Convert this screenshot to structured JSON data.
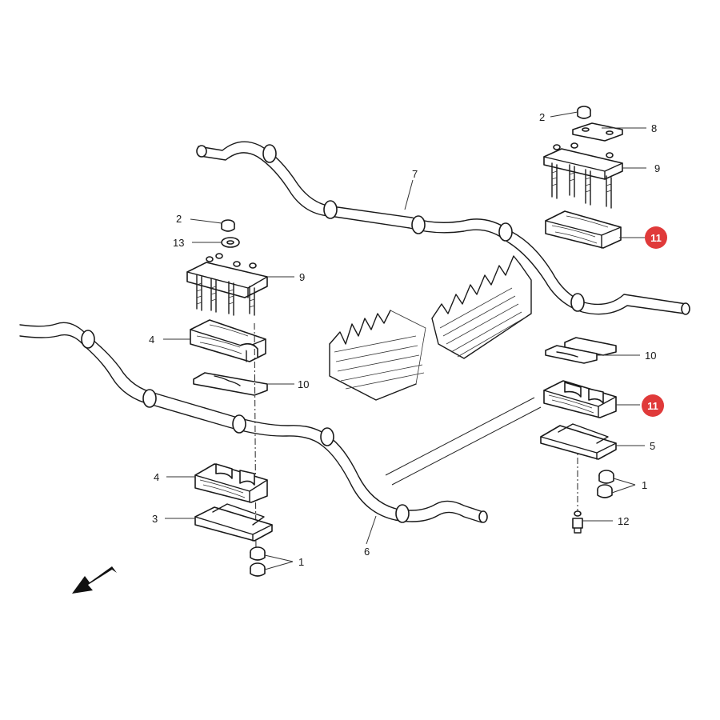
{
  "diagram": {
    "callouts": {
      "c2_top": "2",
      "c8": "8",
      "c9_top": "9",
      "c7": "7",
      "c11_top": "11",
      "c2_left": "2",
      "c13": "13",
      "c9_left": "9",
      "c4_upper": "4",
      "c10_left": "10",
      "c10_right": "10",
      "c11_right": "11",
      "c5": "5",
      "c1_right": "1",
      "c12": "12",
      "c4_lower": "4",
      "c3": "3",
      "c6": "6",
      "c1_left": "1"
    },
    "colors": {
      "line": "#1a1a1a",
      "highlight_badge": "#e03a3a",
      "background": "#ffffff"
    },
    "icons": [
      "direction-arrow-icon"
    ]
  }
}
